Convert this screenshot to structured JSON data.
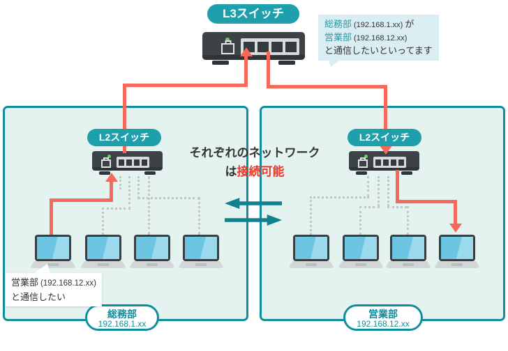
{
  "colors": {
    "teal": "#1d9fac",
    "teal-dark": "#11808f",
    "teal-border": "#108d9c",
    "zone-fill": "#e4f3f0",
    "note-fill": "#d9edf2",
    "red": "#f4695a",
    "red-text": "#e8392b",
    "ink": "#333333",
    "switch-body": "#3d4247",
    "switch-foot": "#2f3438",
    "port-bezel": "#d8dbdb",
    "port": "#34393d",
    "led": "#7fc95e",
    "screen": "#6cc5e2",
    "screen-hi": "#9bd9ec",
    "laptop-base": "#d2d6d7",
    "laptop-bezel": "#393e42",
    "dotted": "#c3c7c8"
  },
  "l3_switch": {
    "label": "L3スイッチ"
  },
  "l2_switch_left": {
    "label": "L2スイッチ"
  },
  "l2_switch_right": {
    "label": "L2スイッチ"
  },
  "top_note": {
    "dept1": "総務部",
    "dept1_ip": "(192.168.1.xx)",
    "particle": "が",
    "dept2": "営業部",
    "dept2_ip": "(192.168.12.xx)",
    "line3": "と通信したいといってます"
  },
  "center_note": {
    "line1": "それぞれのネットワーク",
    "line2_prefix": "は",
    "line2_emphasis": "接続可能"
  },
  "request_bubble": {
    "dept": "営業部",
    "dept_ip": "(192.168.12.xx)",
    "line2": "と通信したい"
  },
  "left_zone": {
    "name": "総務部",
    "subnet": "192.168.1.xx"
  },
  "right_zone": {
    "name": "営業部",
    "subnet": "192.168.12.xx"
  }
}
